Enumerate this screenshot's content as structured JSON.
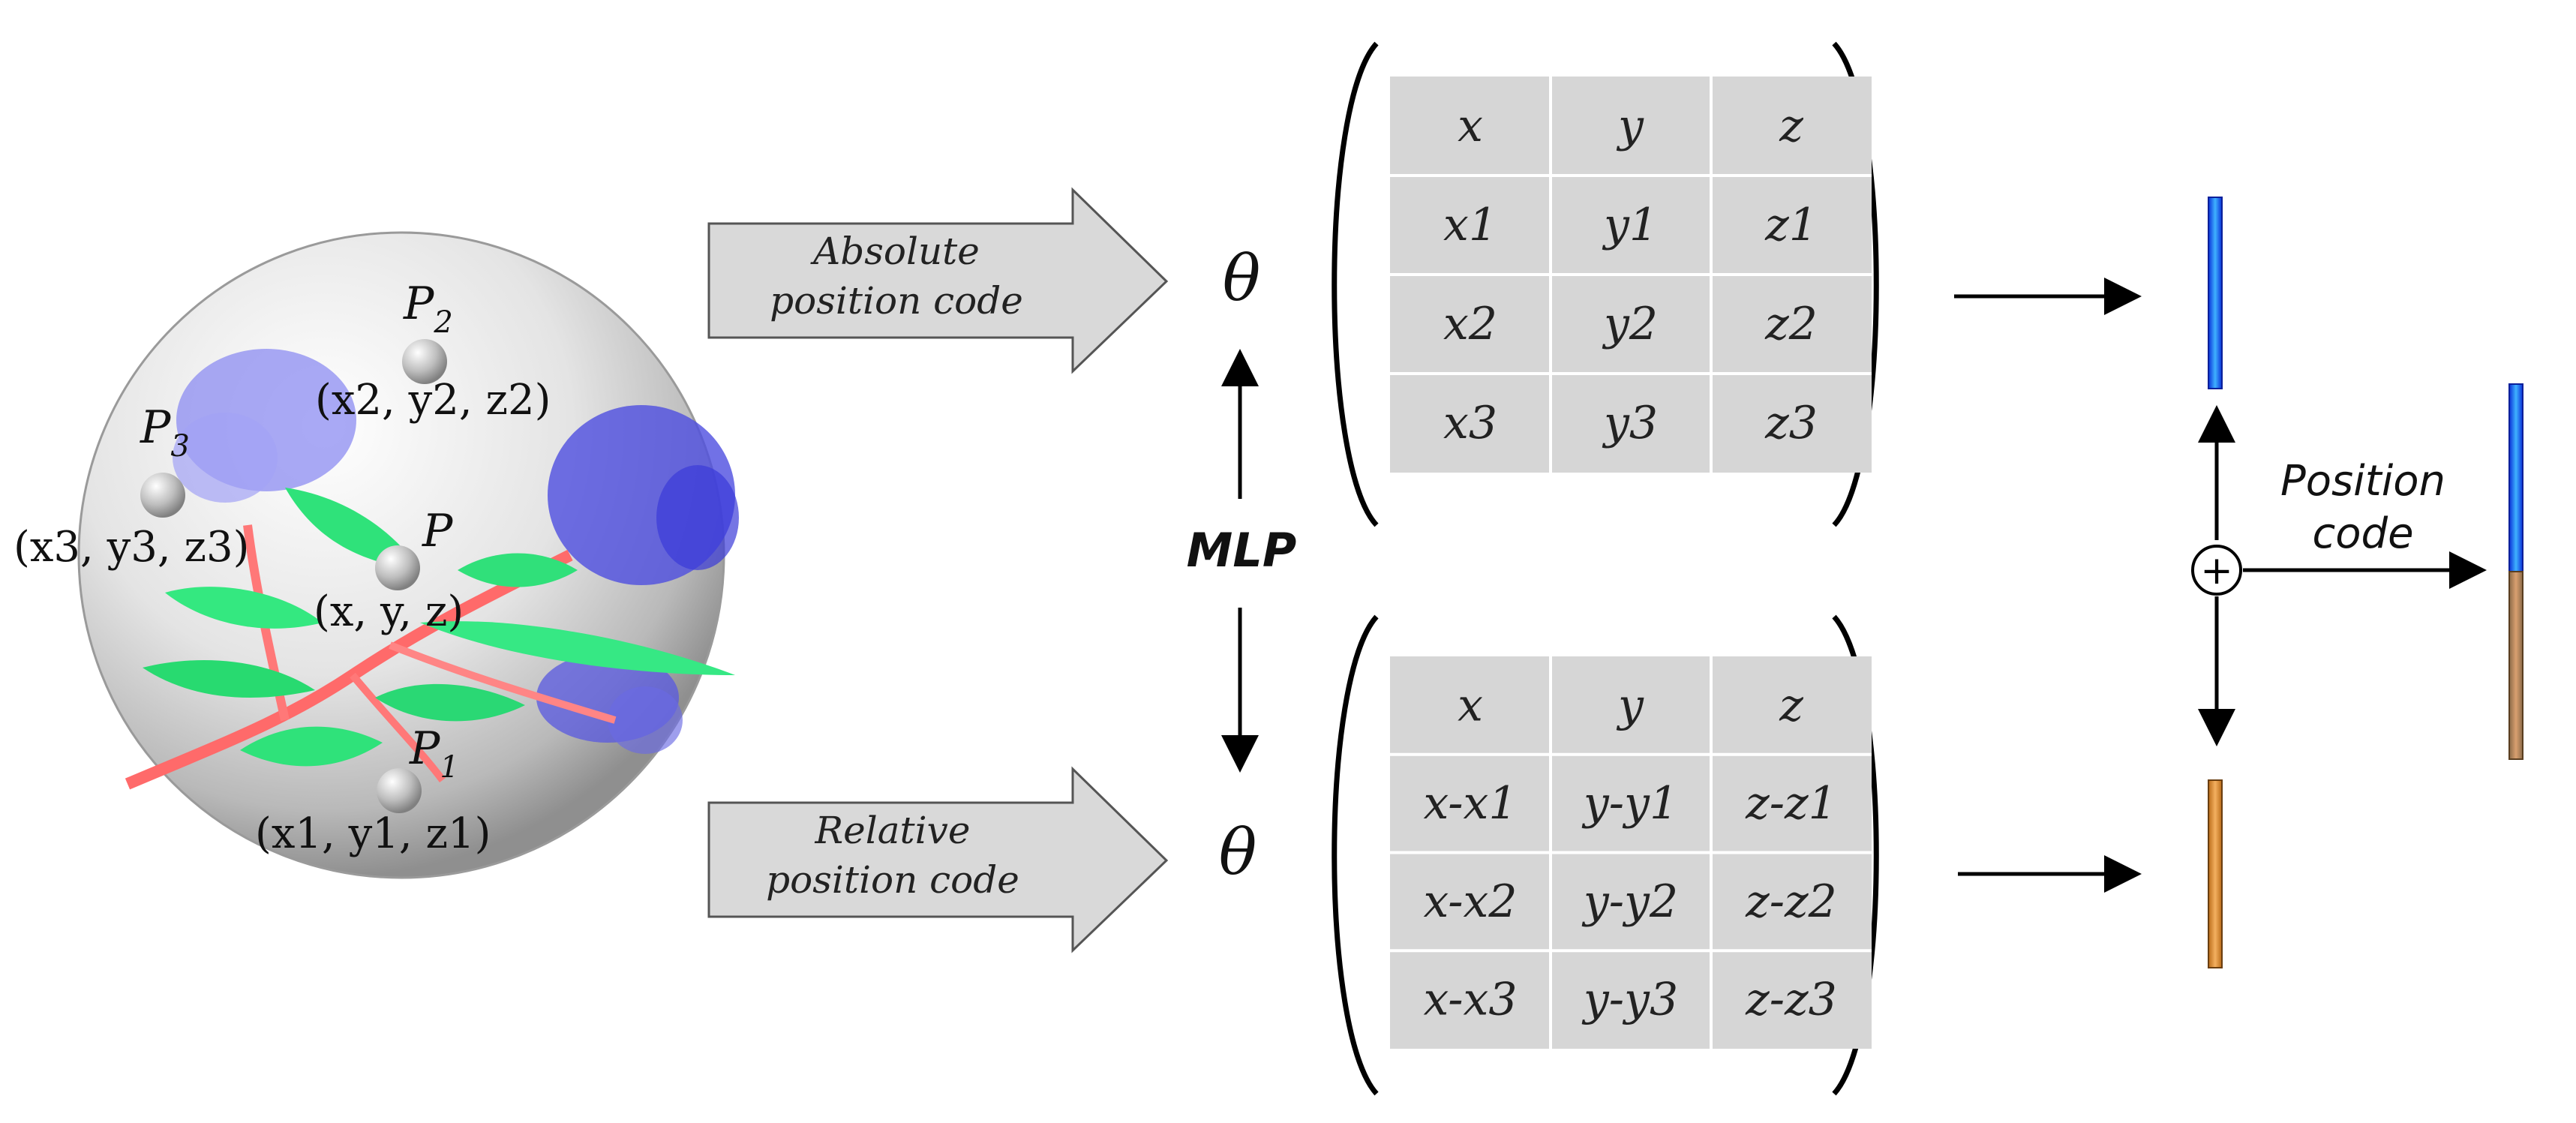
{
  "sphere": {
    "points": [
      {
        "label": "P",
        "sub": "2",
        "coords": "(x2, y2, z2)"
      },
      {
        "label": "P",
        "sub": "3",
        "coords": "(x3, y3, z3)"
      },
      {
        "label": "P",
        "sub": "",
        "coords": "(x, y, z)"
      },
      {
        "label": "P",
        "sub": "1",
        "coords": "(x1, y1, z1)"
      }
    ]
  },
  "arrows": {
    "absolute_line1": "Absolute",
    "absolute_line2": "position code",
    "relative_line1": "Relative",
    "relative_line2": "position code"
  },
  "theta_top": "θ",
  "theta_bottom": "θ",
  "mlp": "MLP",
  "absolute_matrix": [
    [
      "x",
      "y",
      "z"
    ],
    [
      "x1",
      "y1",
      "z1"
    ],
    [
      "x2",
      "y2",
      "z2"
    ],
    [
      "x3",
      "y3",
      "z3"
    ]
  ],
  "relative_matrix": [
    [
      "x",
      "y",
      "z"
    ],
    [
      "x-x1",
      "y-y1",
      "z-z1"
    ],
    [
      "x-x2",
      "y-y2",
      "z-z2"
    ],
    [
      "x-x3",
      "y-y3",
      "z-z3"
    ]
  ],
  "plus_symbol": "+",
  "output_label_line1": "Position",
  "output_label_line2": "code",
  "colors": {
    "blue_bar": "#1a5cff",
    "orange_bar": "#d98a30",
    "table_fill": "#d6d6d6",
    "arrow_fill": "#d9d9d9"
  }
}
